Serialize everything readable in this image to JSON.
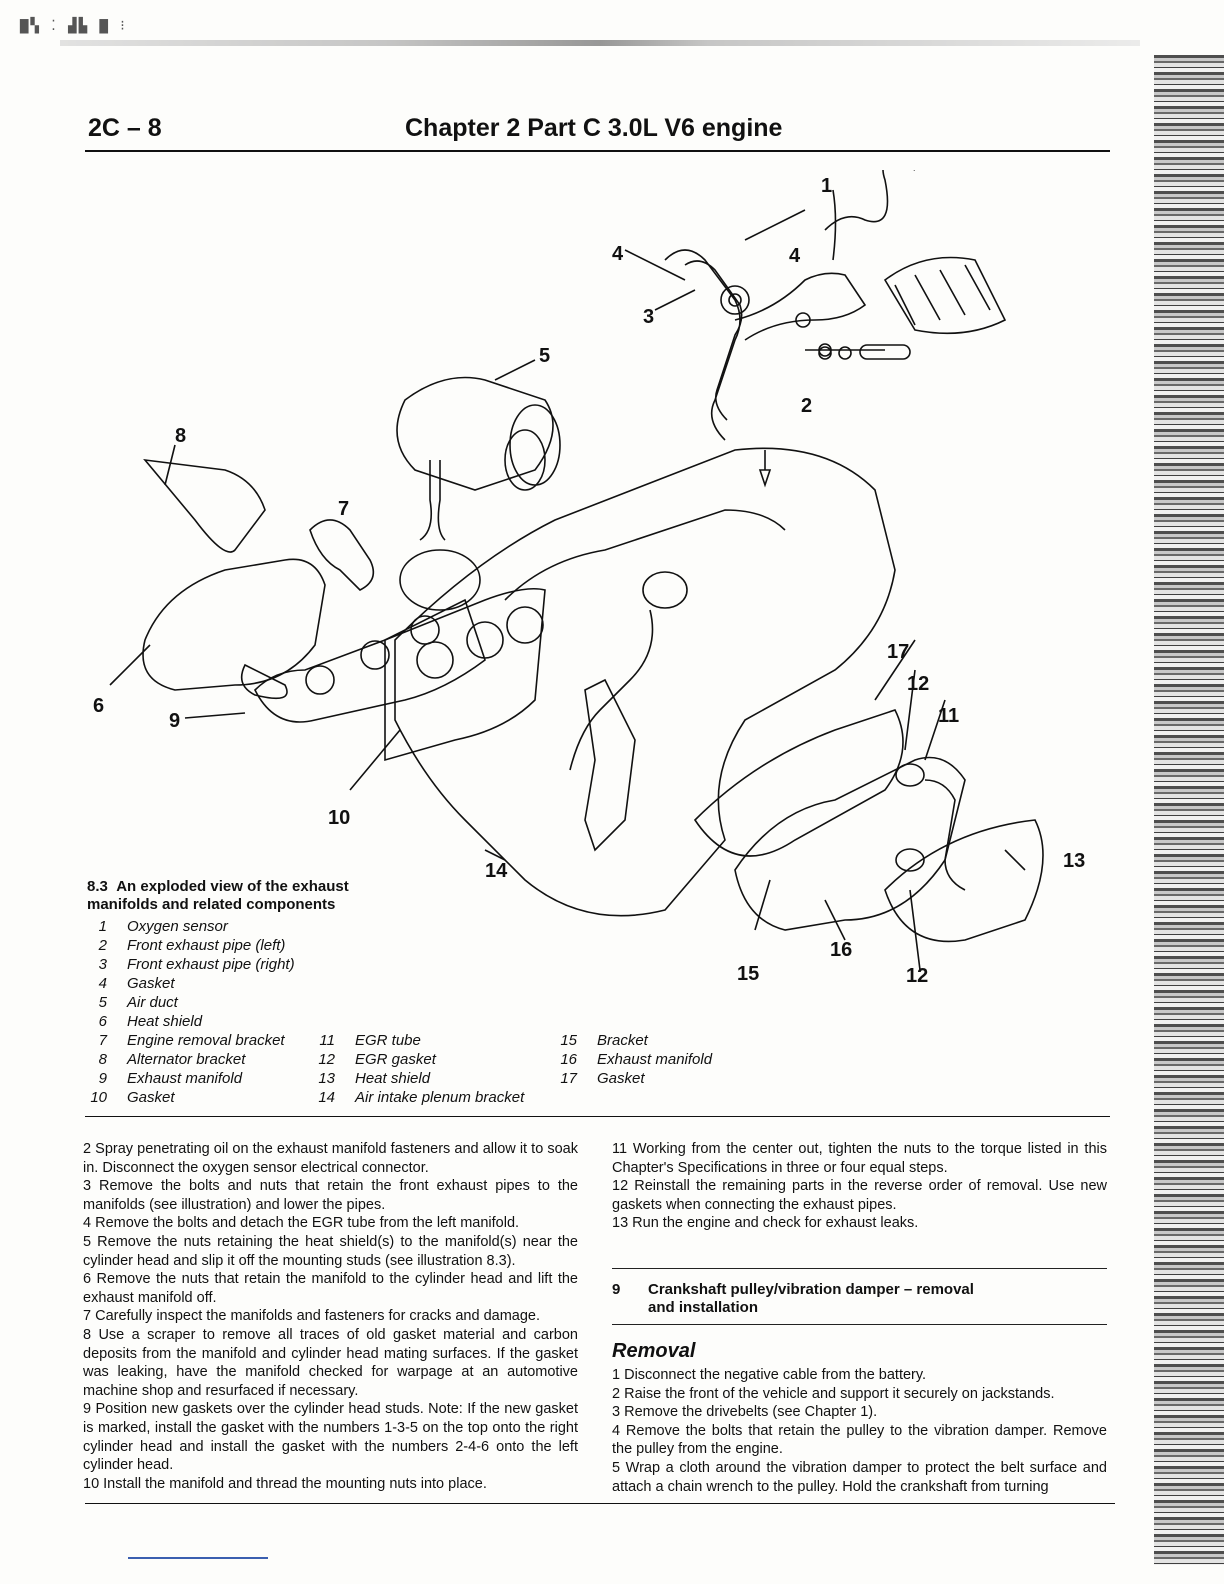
{
  "header": {
    "page_number": "2C – 8",
    "chapter": "Chapter 2  Part C   3.0L V6 engine"
  },
  "figure": {
    "callouts": [
      "1",
      "2",
      "3",
      "4",
      "4",
      "5",
      "6",
      "7",
      "8",
      "9",
      "10",
      "11",
      "12",
      "12",
      "13",
      "14",
      "15",
      "16",
      "17"
    ],
    "caption_number": "8.3",
    "caption_title": "An exploded view of the exhaust manifolds and related components",
    "legend": [
      {
        "n": "1",
        "label": "Oxygen sensor"
      },
      {
        "n": "2",
        "label": "Front exhaust pipe (left)"
      },
      {
        "n": "3",
        "label": "Front exhaust pipe (right)"
      },
      {
        "n": "4",
        "label": "Gasket"
      },
      {
        "n": "5",
        "label": "Air duct"
      },
      {
        "n": "6",
        "label": "Heat shield"
      },
      {
        "n": "7",
        "label": "Engine removal bracket"
      },
      {
        "n": "8",
        "label": "Alternator bracket"
      },
      {
        "n": "9",
        "label": "Exhaust manifold"
      },
      {
        "n": "10",
        "label": "Gasket"
      },
      {
        "n": "11",
        "label": "EGR tube"
      },
      {
        "n": "12",
        "label": "EGR gasket"
      },
      {
        "n": "13",
        "label": "Heat shield"
      },
      {
        "n": "14",
        "label": "Air intake plenum bracket"
      },
      {
        "n": "15",
        "label": "Bracket"
      },
      {
        "n": "16",
        "label": "Exhaust manifold"
      },
      {
        "n": "17",
        "label": "Gasket"
      }
    ]
  },
  "left_column": [
    "2   Spray penetrating oil on the exhaust manifold fasteners and allow it to soak in. Disconnect the oxygen sensor electrical connector.",
    "3   Remove the bolts and nuts that retain the front exhaust pipes to the manifolds (see illustration) and lower the pipes.",
    "4   Remove the bolts and detach the EGR tube from the left manifold.",
    "5   Remove the nuts retaining the heat shield(s) to the manifold(s) near the cylinder head and slip it off the mounting studs (see illustration 8.3).",
    "6   Remove the nuts that retain the manifold to the cylinder head and lift the exhaust manifold off.",
    "7   Carefully inspect the manifolds and fasteners for cracks and damage.",
    "8   Use a scraper to remove all traces of old gasket material and carbon deposits from the manifold and cylinder head mating surfaces. If the gasket was leaking, have the manifold checked for warpage at an automotive machine shop and resurfaced if necessary.",
    "9   Position new gaskets over the cylinder head studs. Note: If the new gasket is marked, install the gasket with the numbers 1-3-5 on the top onto the right cylinder head and install the gasket with the numbers 2-4-6 onto the left cylinder head.",
    "10  Install the manifold and thread the mounting nuts into place."
  ],
  "right_column_top": [
    "11  Working from the center out, tighten the nuts to the torque listed in this Chapter's Specifications in three or four equal steps.",
    "12  Reinstall the remaining parts in the reverse order of removal. Use new gaskets when connecting the exhaust pipes.",
    "13  Run the engine and check for exhaust leaks."
  ],
  "section": {
    "number": "9",
    "title_line1": "Crankshaft pulley/vibration damper – removal",
    "title_line2": "and installation",
    "subheading": "Removal"
  },
  "right_column_bottom": [
    "1   Disconnect the negative cable from the battery.",
    "2   Raise the front of the vehicle and support it securely on jackstands.",
    "3   Remove the drivebelts (see Chapter 1).",
    "4   Remove the bolts that retain the pulley to the vibration damper. Remove the pulley from the engine.",
    "5   Wrap a cloth around the vibration damper to protect the belt surface and attach a chain wrench to the pulley. Hold the crankshaft from turning"
  ]
}
